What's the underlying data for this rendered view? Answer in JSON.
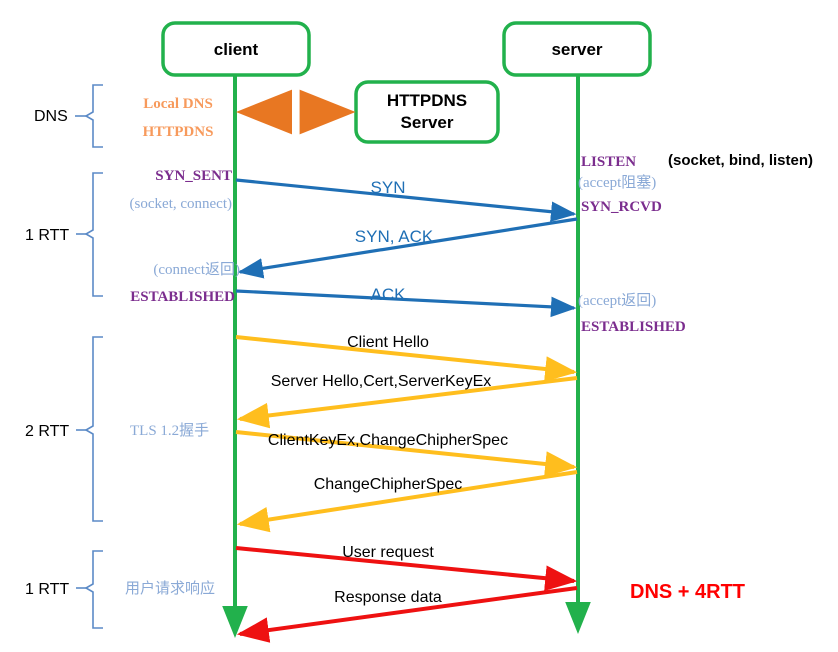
{
  "diagram": {
    "title": "HTTPDNS + TCP + TLS handshake sequence",
    "colors": {
      "lifeline_green": "#22b14c",
      "tcp_blue": "#1f6fb5",
      "tls_yellow": "#ffbe1e",
      "data_red": "#ee1111",
      "dns_orange": "#e87722",
      "state_purple": "#7b2d8e",
      "note_blue": "#8aa9d6",
      "bracket_blue": "#5b8ac7",
      "summary_red": "#ff0000"
    }
  },
  "nodes": [
    {
      "id": "client",
      "label": "client"
    },
    {
      "id": "httpdns",
      "label": "HTTPDNS\nServer",
      "line1": "HTTPDNS",
      "line2": "Server"
    },
    {
      "id": "server",
      "label": "server"
    }
  ],
  "phases": [
    {
      "id": "dns",
      "label": "DNS"
    },
    {
      "id": "rtt1-tcp",
      "label": "1 RTT"
    },
    {
      "id": "rtt2-tls",
      "label": "2 RTT"
    },
    {
      "id": "rtt1-data",
      "label": "1 RTT"
    }
  ],
  "dns_phase": {
    "local_dns": "Local DNS",
    "httpdns": "HTTPDNS"
  },
  "messages": [
    {
      "id": "syn",
      "label": "SYN",
      "color": "blue",
      "dir": "c2s"
    },
    {
      "id": "syn-ack",
      "label": "SYN, ACK",
      "color": "blue",
      "dir": "s2c"
    },
    {
      "id": "ack",
      "label": "ACK",
      "color": "blue",
      "dir": "c2s"
    },
    {
      "id": "client-hello",
      "label": "Client Hello",
      "color": "yellow",
      "dir": "c2s"
    },
    {
      "id": "server-hello",
      "label": "Server Hello,Cert,ServerKeyEx",
      "color": "yellow",
      "dir": "s2c"
    },
    {
      "id": "client-key-ex",
      "label": "ClientKeyEx,ChangeChipherSpec",
      "color": "yellow",
      "dir": "c2s"
    },
    {
      "id": "change-chipher-spec",
      "label": "ChangeChipherSpec",
      "color": "yellow",
      "dir": "s2c"
    },
    {
      "id": "user-request",
      "label": "User request",
      "color": "red",
      "dir": "c2s"
    },
    {
      "id": "response-data",
      "label": "Response data",
      "color": "red",
      "dir": "s2c"
    }
  ],
  "client_states": {
    "syn_sent": "SYN_SENT",
    "socket_connect": "(socket, connect)",
    "connect_return": "(connect返回)",
    "established": "ESTABLISHED"
  },
  "server_states": {
    "listen": "LISTEN",
    "socket_bind_listen": "(socket, bind, listen)",
    "accept_block": "(accept阻塞)",
    "syn_rcvd": "SYN_RCVD",
    "accept_return": "(accept返回)",
    "established": "ESTABLISHED"
  },
  "annotations": {
    "tls_handshake": "TLS 1.2握手",
    "user_request_response": "用户请求响应"
  },
  "summary": {
    "total": "DNS + 4RTT"
  }
}
